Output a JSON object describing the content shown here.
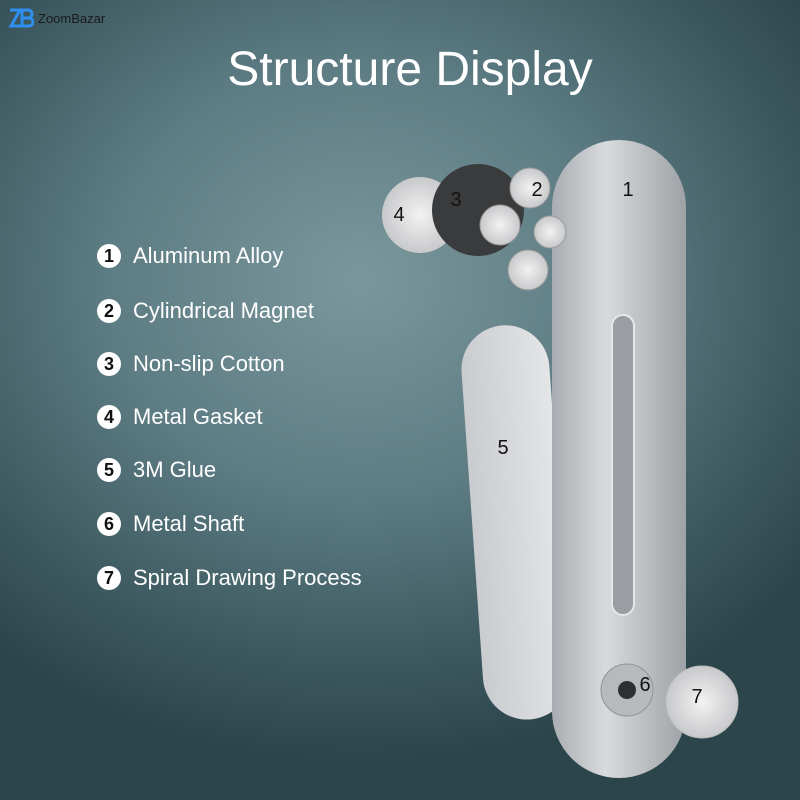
{
  "brand": {
    "name": "ZoomBazar",
    "color": "#2f8ff0"
  },
  "title": "Structure Display",
  "parts": [
    {
      "num": "1",
      "label": "Aluminum Alloy"
    },
    {
      "num": "2",
      "label": "Cylindrical Magnet"
    },
    {
      "num": "3",
      "label": "Non-slip Cotton"
    },
    {
      "num": "4",
      "label": "Metal Gasket"
    },
    {
      "num": "5",
      "label": "3M Glue"
    },
    {
      "num": "6",
      "label": "Metal Shaft"
    },
    {
      "num": "7",
      "label": "Spiral Drawing Process"
    }
  ]
}
